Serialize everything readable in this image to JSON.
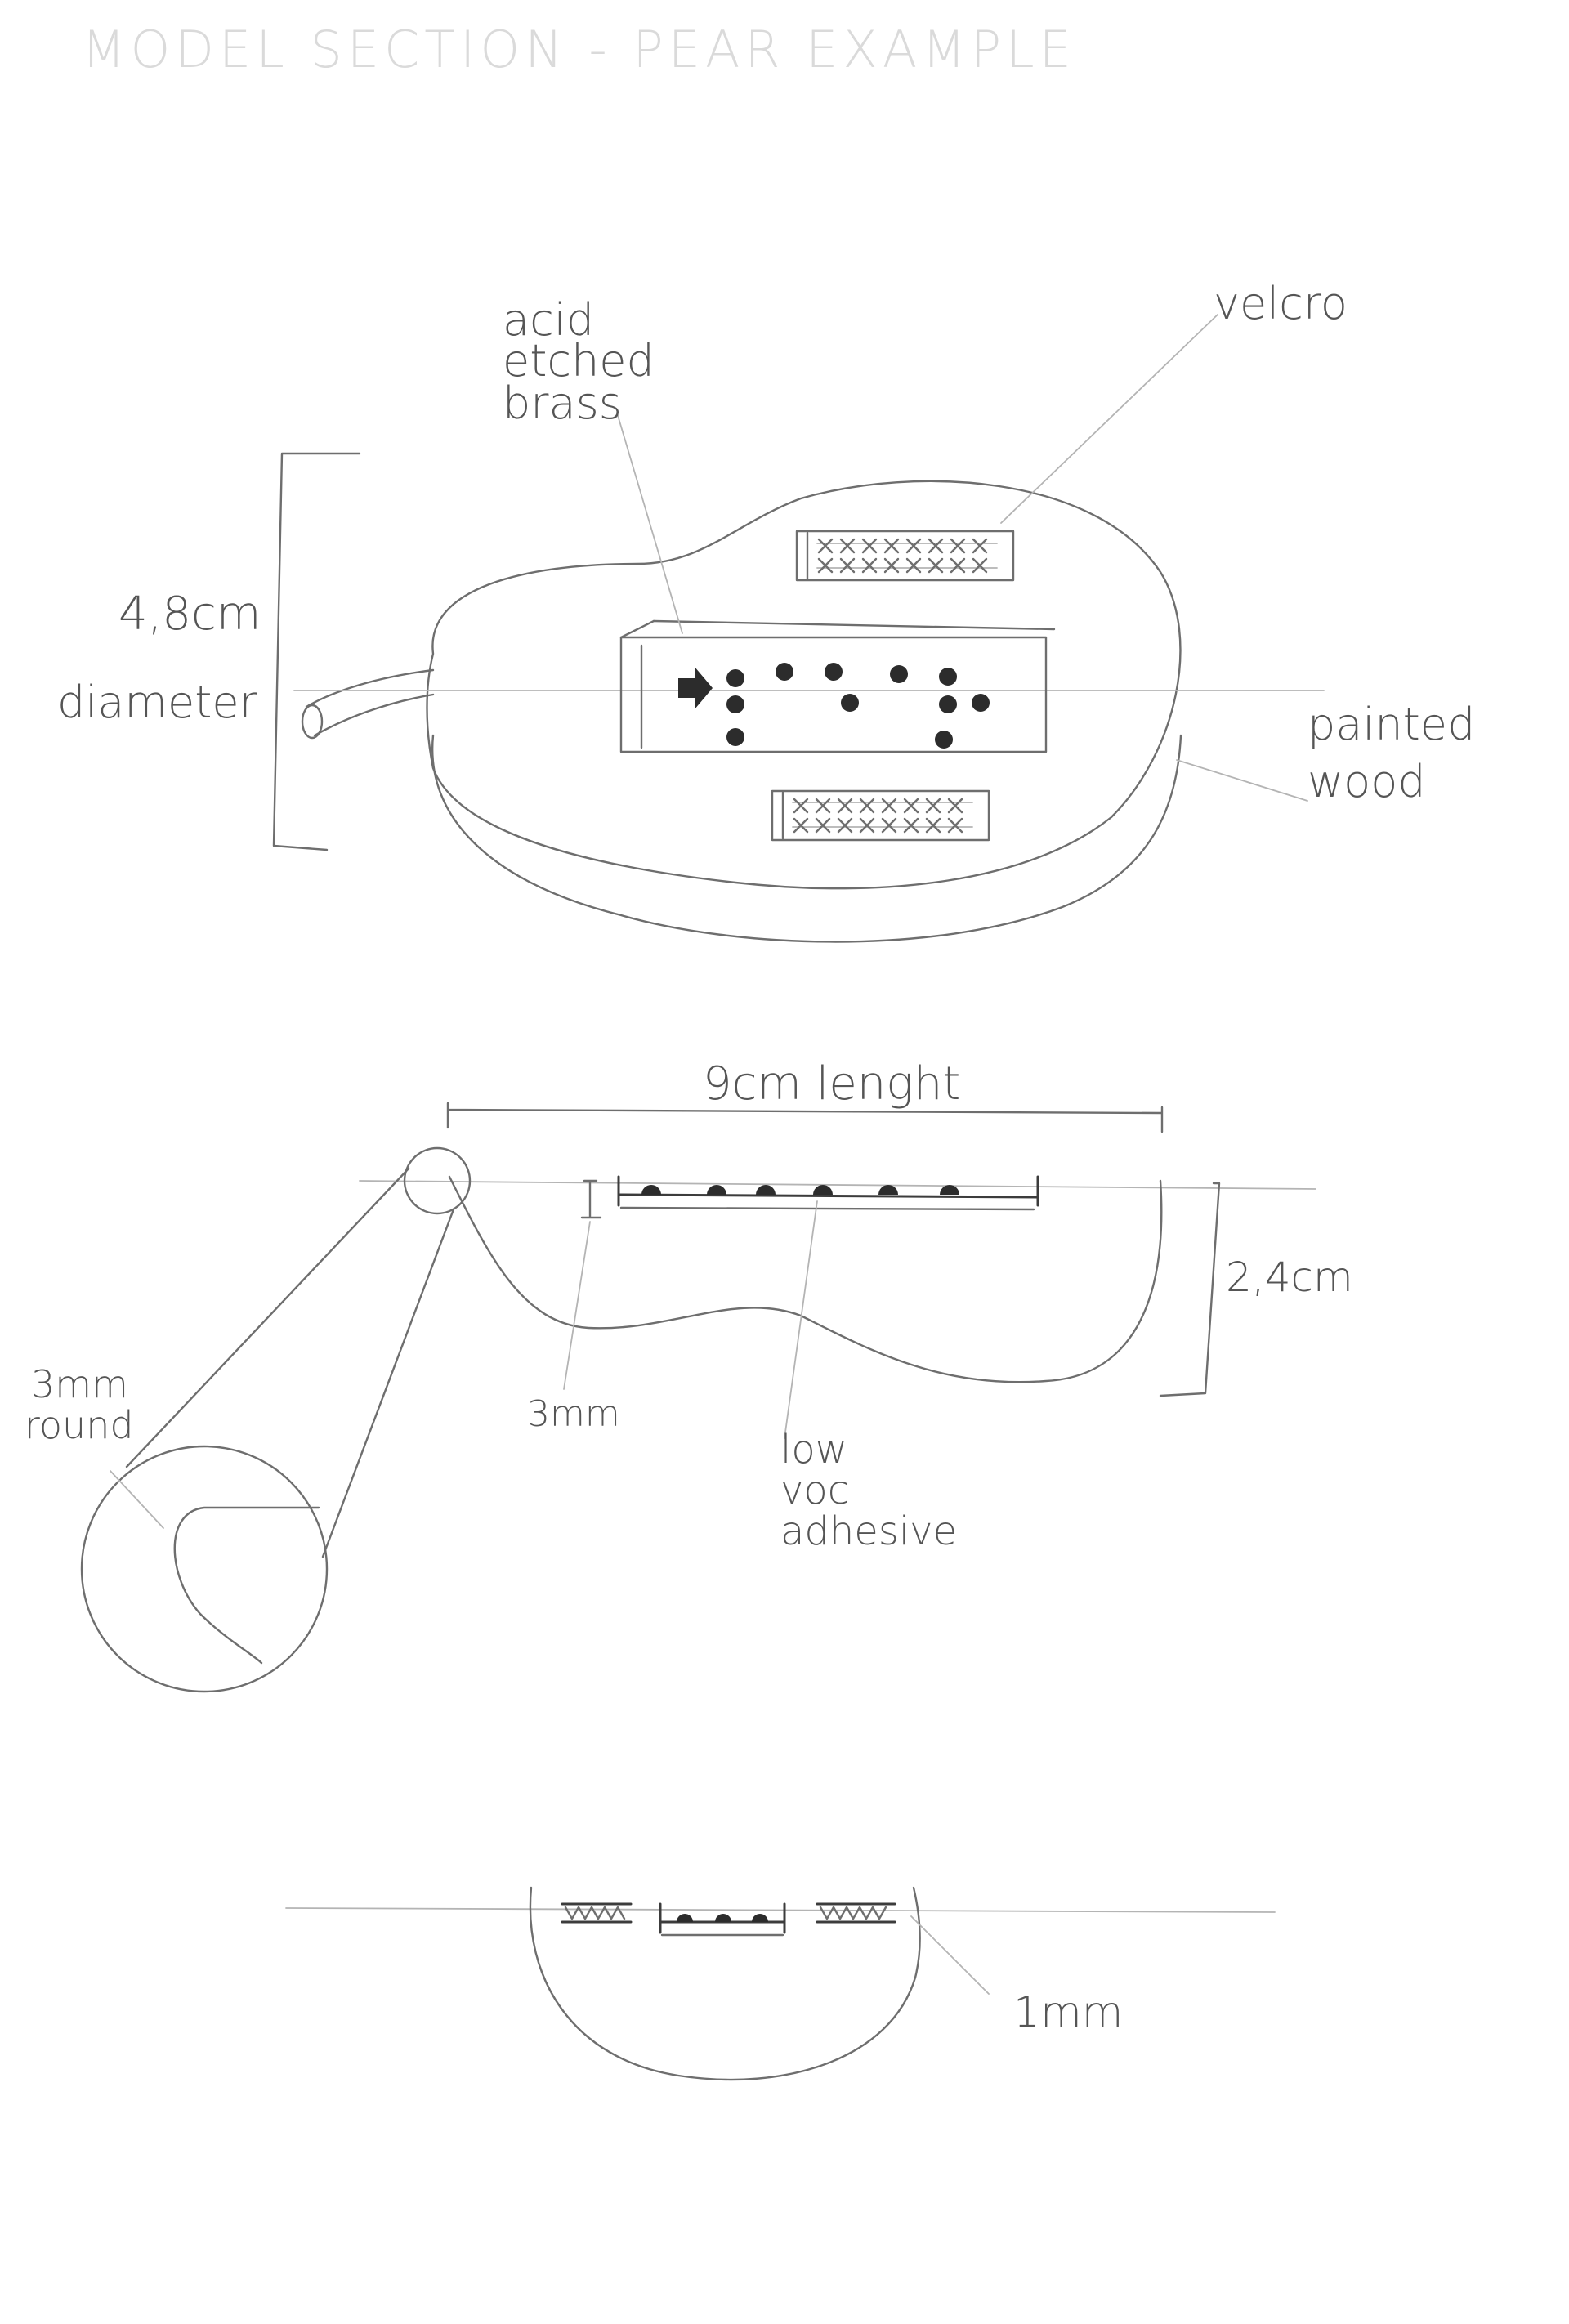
{
  "title": "MODEL SECTION - PEAR EXAMPLE",
  "labels": {
    "acid_etched_brass": [
      "acid",
      "etched",
      "brass"
    ],
    "velcro": "velcro",
    "diameter_value": "4,8cm",
    "diameter_word": "diameter",
    "painted_wood": [
      "painted",
      "wood"
    ],
    "length": "9cm lenght",
    "height": "2,4cm",
    "thickness": "3mm",
    "rounding": [
      "3mm",
      "round"
    ],
    "adhesive": [
      "low",
      "voc",
      "adhesive"
    ],
    "bottom_gap": "1mm"
  },
  "colors": {
    "pencil": "#6e6e6e",
    "paper": "#ffffff"
  }
}
